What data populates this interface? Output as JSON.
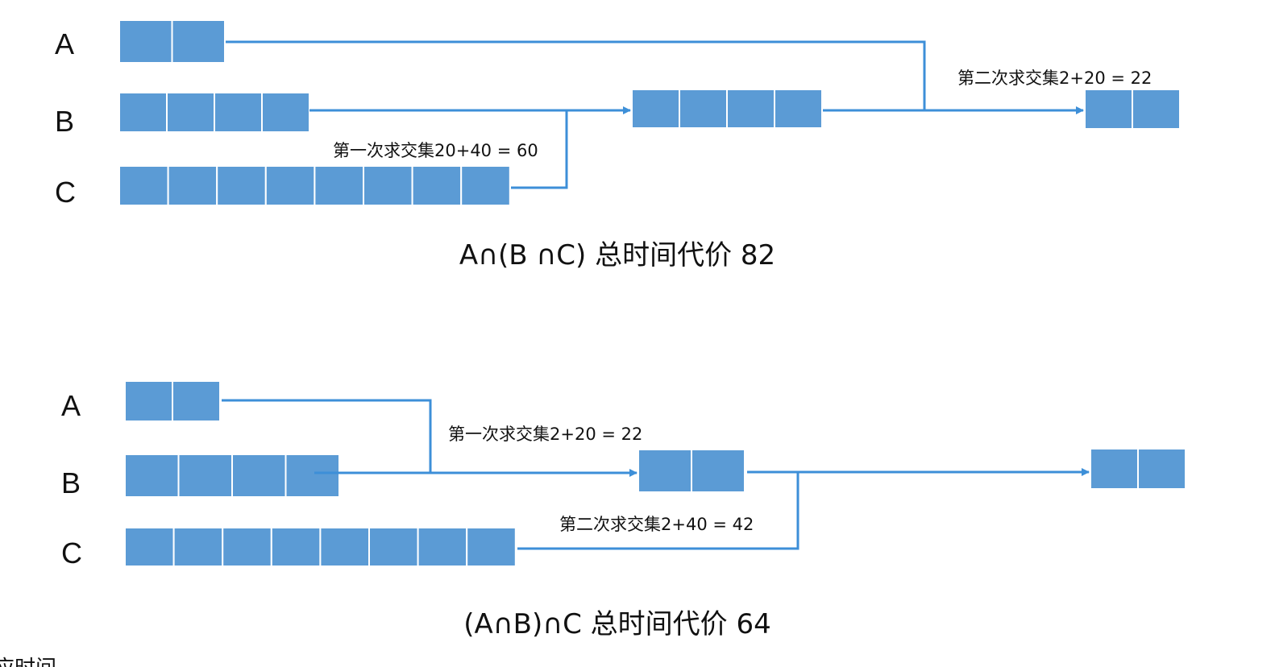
{
  "colors": {
    "cell_fill": "#5b9bd5",
    "cell_border": "#ffffff",
    "connector": "#3d8fd8",
    "text": "#111111",
    "background": "#ffffff"
  },
  "diagrams": [
    {
      "caption": "A∩(B ∩C) 总时间代价 82",
      "rows": [
        {
          "label": "A",
          "cells": 2
        },
        {
          "label": "B",
          "cells": 4
        },
        {
          "label": "C",
          "cells": 8
        }
      ],
      "steps": [
        {
          "label": "第一次求交集20+40 = 60",
          "result_cells": 4
        },
        {
          "label": "第二次求交集2+20 = 22",
          "result_cells": 2
        }
      ]
    },
    {
      "caption": "(A∩B)∩C 总时间代价 64",
      "rows": [
        {
          "label": "A",
          "cells": 2
        },
        {
          "label": "B",
          "cells": 4
        },
        {
          "label": "C",
          "cells": 8
        }
      ],
      "steps": [
        {
          "label": "第一次求交集2+20 = 22",
          "result_cells": 2
        },
        {
          "label": "第二次求交集2+40 = 42",
          "result_cells": 2
        }
      ]
    }
  ],
  "cut_off_text": "应时间"
}
